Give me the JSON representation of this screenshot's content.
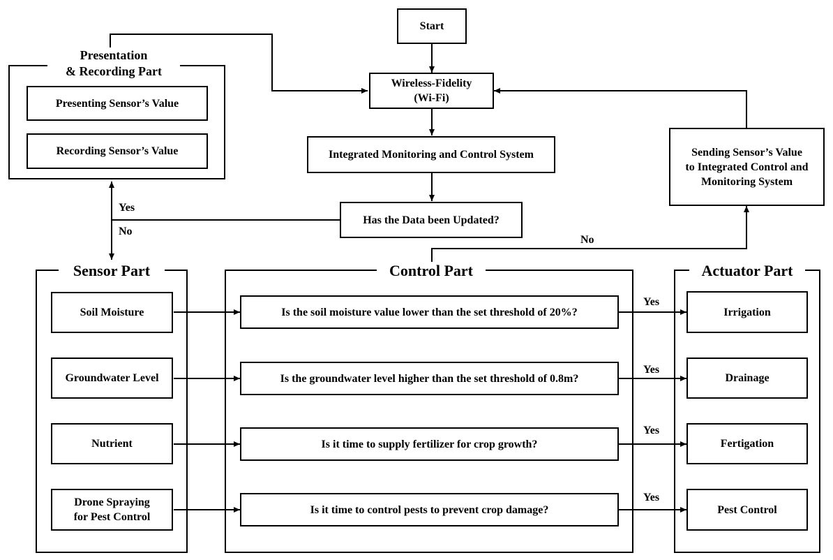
{
  "flow": {
    "start": "Start",
    "wifi": "Wireless-Fidelity\n(Wi-Fi)",
    "system": "Integrated Monitoring and Control System",
    "updated_question": "Has the Data been Updated?",
    "sending": "Sending Sensor’s Value\nto Integrated Control and\nMonitoring System",
    "yes_label": "Yes",
    "no_label": "No",
    "no_label_2": "No"
  },
  "presentation": {
    "title": "Presentation\n& Recording Part",
    "items": [
      "Presenting Sensor’s Value",
      "Recording Sensor’s Value"
    ]
  },
  "sensor_part": {
    "title": "Sensor Part",
    "items": [
      "Soil Moisture",
      "Groundwater Level",
      "Nutrient",
      "Drone Spraying\nfor Pest Control"
    ]
  },
  "control_part": {
    "title": "Control Part",
    "items": [
      "Is the soil moisture value lower than the set threshold of 20%?",
      "Is the groundwater level higher than the set threshold of 0.8m?",
      "Is it time to supply fertilizer for crop growth?",
      "Is it time to control pests to prevent crop damage?"
    ]
  },
  "actuator_part": {
    "title": "Actuator Part",
    "items": [
      "Irrigation",
      "Drainage",
      "Fertigation",
      "Pest Control"
    ],
    "yes_labels": [
      "Yes",
      "Yes",
      "Yes",
      "Yes"
    ]
  }
}
